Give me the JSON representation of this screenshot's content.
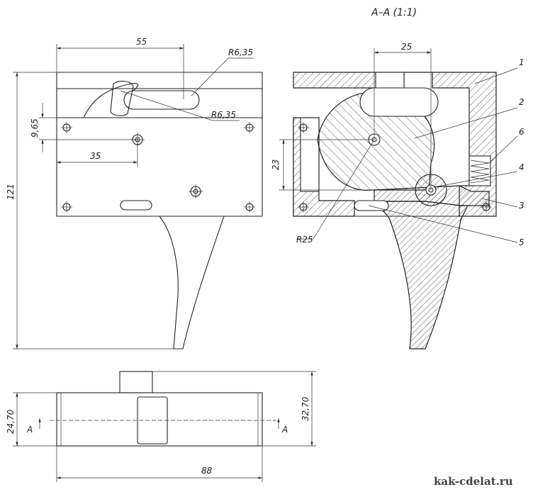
{
  "section_title": "A–A (1:1)",
  "dimensions": {
    "width_55": "55",
    "radius_top": "R6,35",
    "radius_mid": "R6,35",
    "offset_965": "9,65",
    "offset_35": "35",
    "height_121": "121",
    "width_25": "25",
    "height_23": "23",
    "radius_25": "R25",
    "depth_2470": "24,70",
    "depth_3270": "32,70",
    "length_88": "88"
  },
  "section_marks": {
    "left": "A",
    "right": "A"
  },
  "part_numbers": [
    "1",
    "2",
    "6",
    "4",
    "3",
    "5"
  ],
  "watermark": "kak-cdelat.ru"
}
